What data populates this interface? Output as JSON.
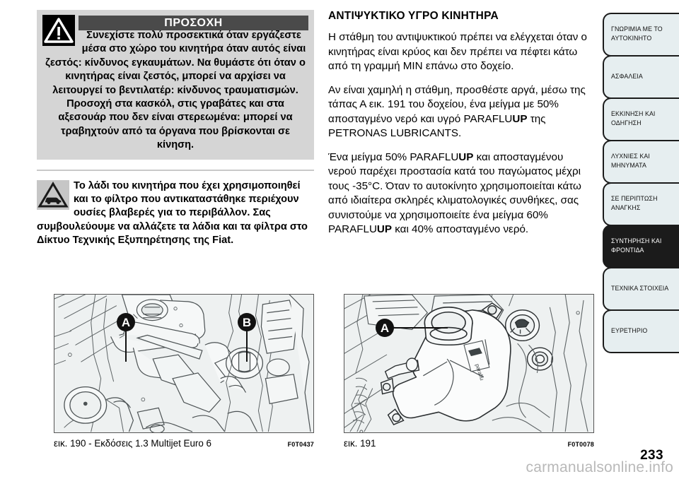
{
  "document": {
    "page_number": "233",
    "watermark": "carmanualsonline.info"
  },
  "left_column": {
    "warning": {
      "icon": "warning-triangle-icon",
      "title": "ΠΡΟΣΟΧΗ",
      "text": "Συνεχίστε πολύ προσεκτικά όταν εργάζεστε μέσα στο χώρο του κινητήρα όταν αυτός είναι ζεστός: κίνδυνος εγκαυμάτων. Να θυμάστε ότι όταν ο κινητήρας είναι ζεστός, μπορεί να αρχίσει να λειτουργεί το βεντιλατέρ: κίνδυνος τραυματισμών. Προσοχή στα κασκόλ, στις γραβάτες και στα αξεσουάρ που δεν είναι στερεωμένα: μπορεί να τραβηχτούν από τα όργανα που βρίσκονται σε κίνηση."
    },
    "environment_note": {
      "icon": "environment-car-triangle-icon",
      "text": "Το λάδι του κινητήρα που έχει χρησιμοποιηθεί και το φίλτρο που αντικαταστάθηκε περιέχουν ουσίες βλαβερές για το περιβάλλον. Σας συμβουλεύουμε να αλλάζετε τα λάδια και τα φίλτρα στο Δίκτυο Τεχνικής Εξυπηρέτησης της Fiat."
    },
    "figure": {
      "alt": "engine-bay-illustration",
      "callouts": [
        "A",
        "B"
      ],
      "caption_text": "εικ. 190 - Εκδόσεις 1.3 Multijet Euro 6",
      "caption_code": "F0T0437"
    }
  },
  "right_column": {
    "article": {
      "title": "ΑΝΤΙΨΥΚΤΙΚΟ ΥΓΡΟ ΚΙΝΗΤΗΡΑ",
      "paragraphs": [
        {
          "segments": [
            {
              "text": "Η στάθμη του αντιψυκτικού πρέπει να ελέγχεται όταν ο κινητήρας είναι κρύος και δεν πρέπει να πέφτει κάτω από τη γραμμή ΜΙΝ επάνω στο δοχείο.",
              "bold": false
            }
          ]
        },
        {
          "segments": [
            {
              "text": "Αν είναι χαμηλή η στάθμη, προσθέστε αργά, μέσω της τάπας Α εικ. 191 του δοχείου, ένα μείγμα με 50% αποσταγμένο νερό και υγρό PARAFLU",
              "bold": false
            },
            {
              "text": "UP",
              "bold": true
            },
            {
              "text": " της PETRONAS LUBRICANTS.",
              "bold": false
            }
          ]
        },
        {
          "segments": [
            {
              "text": "Ένα μείγμα 50% PARAFLU",
              "bold": false
            },
            {
              "text": "UP",
              "bold": true
            },
            {
              "text": " και αποσταγμένου νερού παρέχει προστασία κατά του παγώματος μέχρι τους -35°C. Όταν το αυτοκίνητο χρησιμοποιείται κάτω από ιδιαίτερα σκληρές κλιματολογικές συνθήκες, σας συνιστούμε να χρησιμοποιείτε ένα μείγμα 60% PARAFLU",
              "bold": false
            },
            {
              "text": "UP",
              "bold": true
            },
            {
              "text": " και 40% αποσταγμένο νερό.",
              "bold": false
            }
          ]
        }
      ]
    },
    "figure": {
      "alt": "coolant-expansion-tank-illustration",
      "callouts": [
        "A"
      ],
      "caption_text": "εικ. 191",
      "caption_code": "F0T0078"
    }
  },
  "tabs": [
    {
      "label": "ΓΝΩΡΙΜΙΑ ΜΕ ΤΟ ΑΥΤΟΚΙΝΗΤΟ",
      "active": false
    },
    {
      "label": "ΑΣΦΑΛΕΙΑ",
      "active": false
    },
    {
      "label": "ΕΚΚΙΝΗΣΗ ΚΑΙ ΟΔΗΓΗΣΗ",
      "active": false
    },
    {
      "label": "ΛΥΧΝΙΕΣ ΚΑΙ ΜΗΝΥΜΑΤΑ",
      "active": false
    },
    {
      "label": "ΣΕ ΠΕΡΙΠΤΩΣΗ ΑΝΑΓΚΗΣ",
      "active": false
    },
    {
      "label": "ΣΥΝΤΗΡΗΣΗ ΚΑΙ ΦΡΟΝΤΙΔΑ",
      "active": true
    },
    {
      "label": "ΤΕΧΝΙΚΑ ΣΤΟΙΧΕΙΑ",
      "active": false
    },
    {
      "label": "ΕΥΡΕΤΗΡΙΟ",
      "active": false
    }
  ],
  "colors": {
    "warning_bg": "#d5d5d5",
    "warning_title_bg": "#4a4a4a",
    "tab_bg": "#e6eef0",
    "tab_active_bg": "#1b1b1b",
    "figure_bg": "#eef1f1"
  }
}
